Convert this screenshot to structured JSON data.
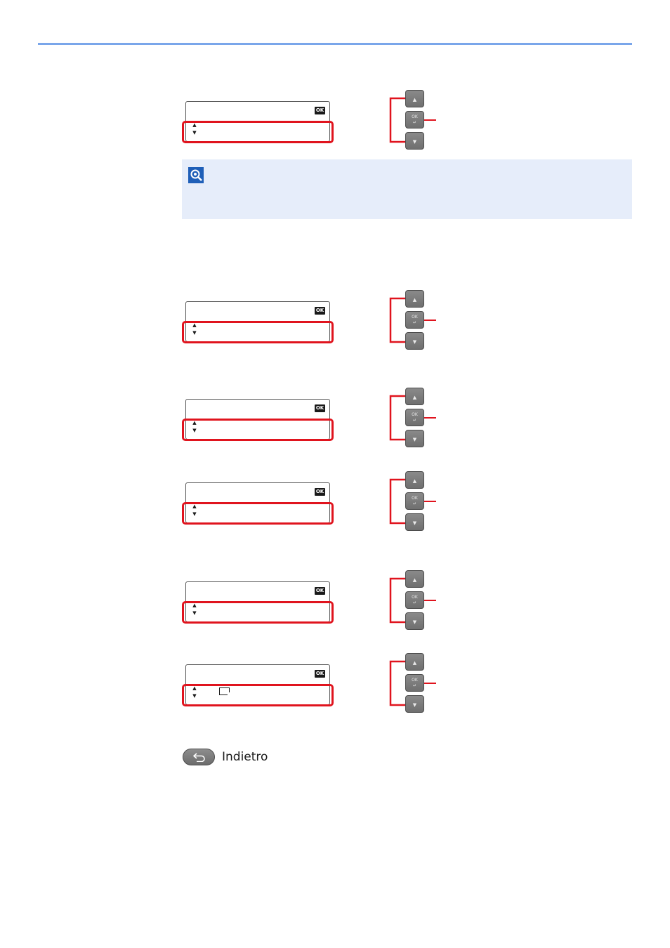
{
  "colors": {
    "rule": "#7aa6ea",
    "highlight": "#e0141e",
    "bracket": "#e0141e",
    "note_bg": "#e6edfa",
    "note_icon": "#1f5fb8",
    "key_face": "#7a7a7a"
  },
  "lcd_ok_label": "OK",
  "arrow_up_glyph": "▲",
  "arrow_down_glyph": "▼",
  "keys": {
    "ok_label": "OK",
    "enter_glyph": "↵"
  },
  "panels": [
    {
      "id": 1
    },
    {
      "id": 2
    },
    {
      "id": 3
    },
    {
      "id": 4
    },
    {
      "id": 5
    },
    {
      "id": 6,
      "has_paper_icon": true
    }
  ],
  "note": {
    "icon": "note-icon"
  },
  "footer": {
    "back_icon": "back-arrow-icon",
    "back_label": "Indietro"
  }
}
